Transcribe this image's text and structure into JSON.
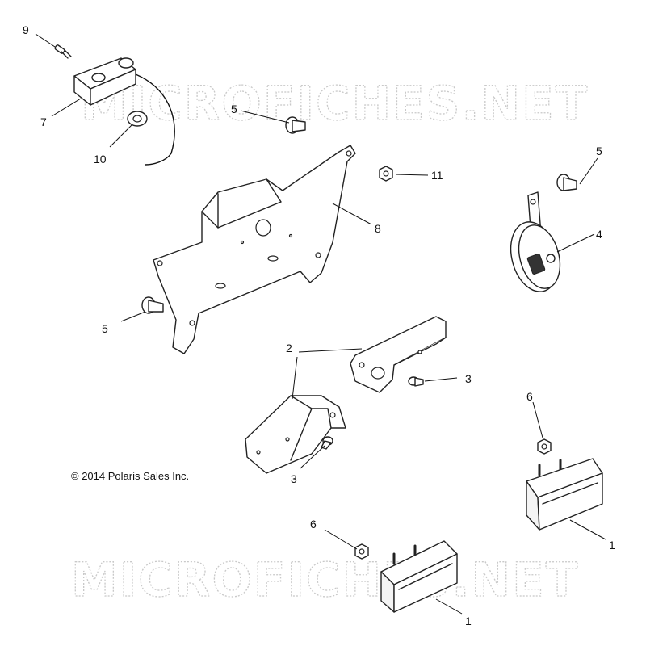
{
  "copyright": "© 2014  Polaris Sales Inc.",
  "watermark": "MICROFICHES.NET",
  "callouts": {
    "c9": "9",
    "c7": "7",
    "c10": "10",
    "c5a": "5",
    "c11": "11",
    "c5b": "5",
    "c8": "8",
    "c4": "4",
    "c5c": "5",
    "c2": "2",
    "c3a": "3",
    "c6a": "6",
    "c3b": "3",
    "c6b": "6",
    "c1a": "1",
    "c1b": "1"
  }
}
